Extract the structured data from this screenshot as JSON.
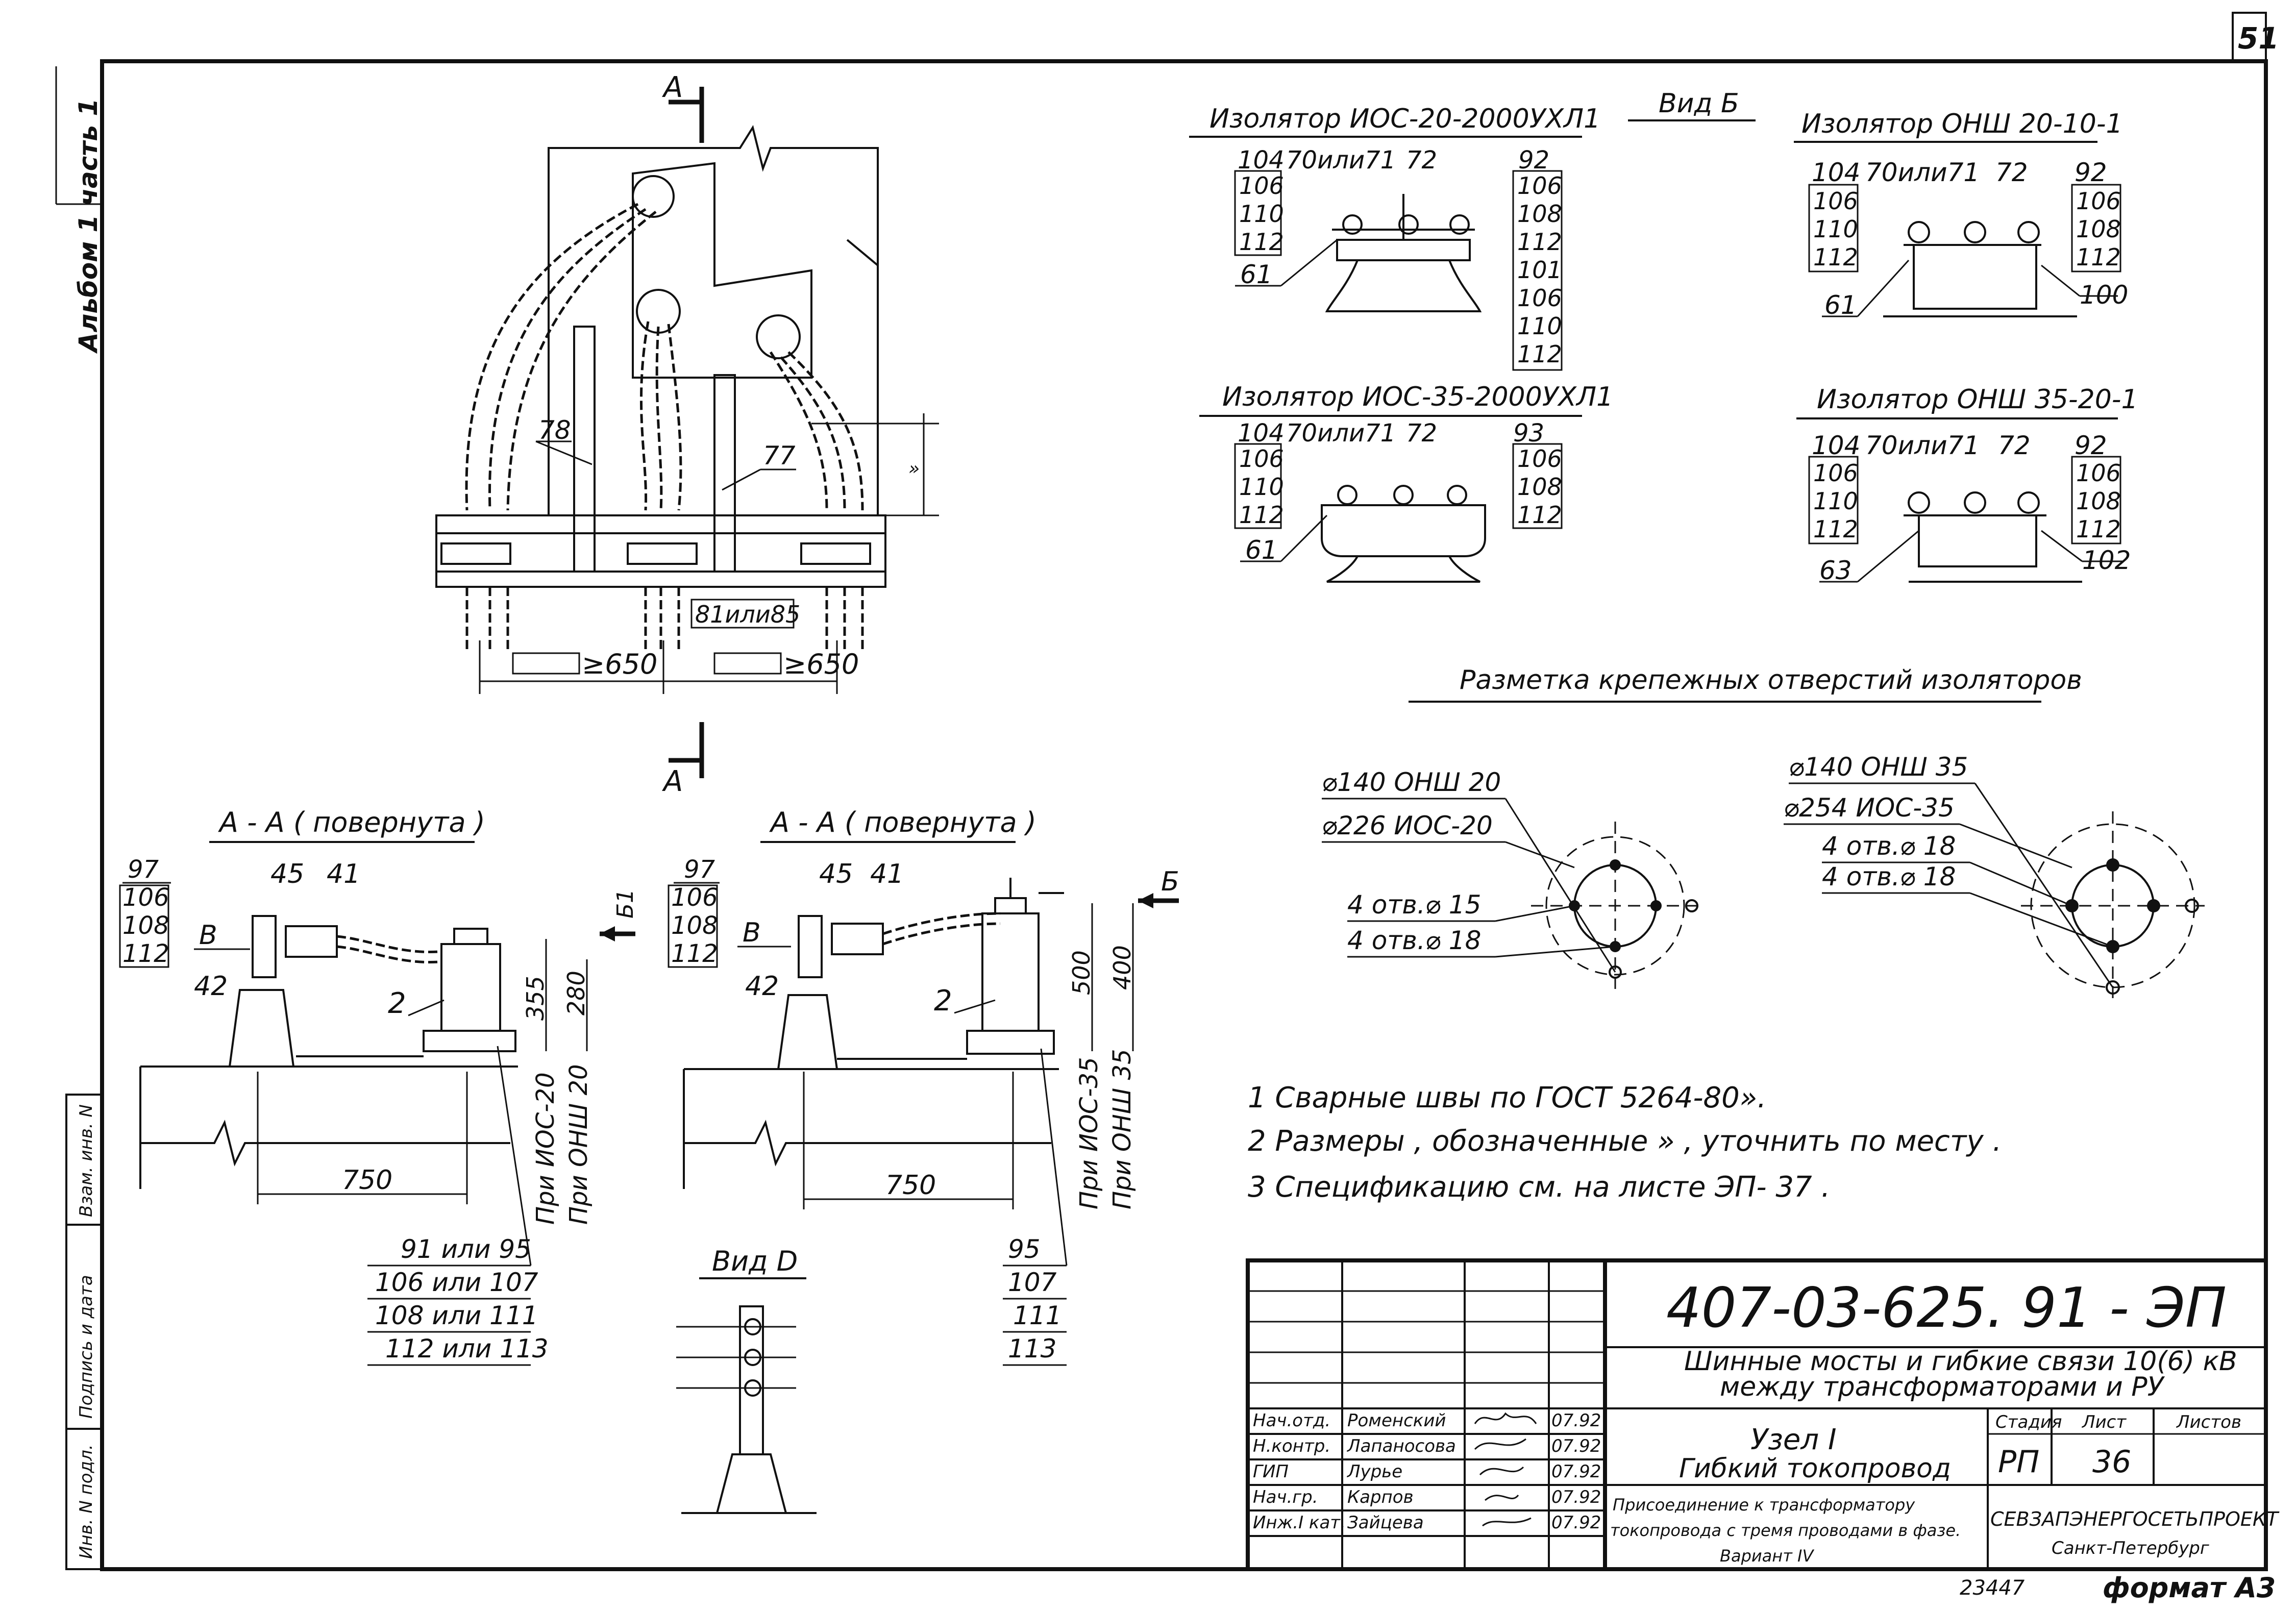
{
  "sheet_number": "51",
  "format": "формат А3",
  "side_labels": {
    "album": "Альбом 1 часть 1",
    "inv_orig": "Инв. N подл.",
    "sign_date": "Подпись и дата",
    "replace_inv": "Взам. инв. N"
  },
  "main_view": {
    "section_letter": "А",
    "callouts": [
      "78",
      "77",
      "81или85"
    ],
    "dims": [
      "≥650",
      "≥650"
    ]
  },
  "insulators": [
    {
      "title": "Изолятор ИОС-20-2000УХЛ1",
      "top": [
        "104",
        "70или71",
        "72",
        "92"
      ],
      "left": [
        "106",
        "110",
        "112"
      ],
      "right": [
        "106",
        "108",
        "112",
        "101",
        "106",
        "110",
        "112"
      ],
      "base": "61"
    },
    {
      "title": "Изолятор ОНШ 20-10-1",
      "top": [
        "104",
        "70или71",
        "72",
        "92"
      ],
      "left": [
        "106",
        "110",
        "112"
      ],
      "right": [
        "106",
        "108",
        "112",
        "100"
      ],
      "base": "61"
    },
    {
      "title": "Изолятор ИОС-35-2000УХЛ1",
      "top": [
        "104",
        "70или71",
        "72",
        "93"
      ],
      "left": [
        "106",
        "110",
        "112"
      ],
      "right": [
        "106",
        "108",
        "112"
      ],
      "base": "61"
    },
    {
      "title": "Изолятор ОНШ 35-20-1",
      "top": [
        "104",
        "70или71",
        "72",
        "92"
      ],
      "left": [
        "106",
        "110",
        "112"
      ],
      "right": [
        "106",
        "108",
        "112",
        "102"
      ],
      "base": "63"
    }
  ],
  "view_b_title": "Вид Б",
  "hole_marking": {
    "title": "Разметка крепежных отверстий изоляторов",
    "left": [
      "⌀140  ОНШ 20",
      "⌀226  ИОС-20",
      "4 отв.⌀ 15",
      "4 отв.⌀ 18"
    ],
    "right": [
      "⌀140  ОНШ 35",
      "⌀254  ИОС-35",
      "4 отв.⌀ 18",
      "4 отв.⌀ 18"
    ]
  },
  "sections": [
    {
      "title": "А - А ( повернута )",
      "list": [
        "97",
        "106",
        "108",
        "112"
      ],
      "top": [
        "45",
        "41"
      ],
      "b": "В",
      "c42": "42",
      "c2": "2",
      "d1": "355",
      "d2": "280",
      "d750": "750",
      "v1": "При ИОС-20",
      "v2": "При ОНШ 20",
      "bottom": [
        "91 или 95",
        "106 или 107",
        "108 или 111",
        "112 или 113"
      ]
    },
    {
      "title": "А - А ( повернута )",
      "list": [
        "97",
        "106",
        "108",
        "112"
      ],
      "top": [
        "45",
        "41"
      ],
      "b": "В",
      "c42": "42",
      "c2": "2",
      "d1": "500",
      "d2": "400",
      "d750": "750",
      "v1": "При ИОС-35",
      "v2": "При ОНШ 35",
      "bottom": [
        "95",
        "107",
        "111",
        "113"
      ]
    }
  ],
  "arrow_b": "Б",
  "arrow_b1": "Б1",
  "view_d": "Вид D",
  "notes": [
    "1  Сварные швы по ГОСТ 5264-80».",
    "2  Размеры , обозначенные » , уточнить по месту .",
    "3  Спецификацию см. на листе ЭП- 37 ."
  ],
  "title_block": {
    "code": "407-03-625. 91 - ЭП",
    "title_line1": "Шинные мосты и гибкие связи 10(6) кВ",
    "title_line2": "между трансформаторами и РУ",
    "node": "Узел I",
    "node_sub": "Гибкий токопровод",
    "desc1": "Присоединение к трансформатору",
    "desc2": "токопровода с тремя проводами в фазе.",
    "desc3": "Вариант IV",
    "stage_label": "Стадия",
    "sheet_label": "Лист",
    "sheets_label": "Листов",
    "stage": "РП",
    "sheet": "36",
    "org1": "СЕВЗАПЭНЕРГОСЕТЬПРОЕКТ",
    "org2": "Санкт-Петербург",
    "people": [
      {
        "role": "Нач.отд.",
        "name": "Роменский",
        "date": "07.92"
      },
      {
        "role": "Н.контр.",
        "name": "Лапаносова",
        "date": "07.92"
      },
      {
        "role": "ГИП",
        "name": "Лурье",
        "date": "07.92"
      },
      {
        "role": "Нач.гр.",
        "name": "Карпов",
        "date": "07.92"
      },
      {
        "role": "Инж.I кат.",
        "name": "Зайцева",
        "date": "07.92"
      }
    ]
  },
  "stamp_bottom": "23447"
}
